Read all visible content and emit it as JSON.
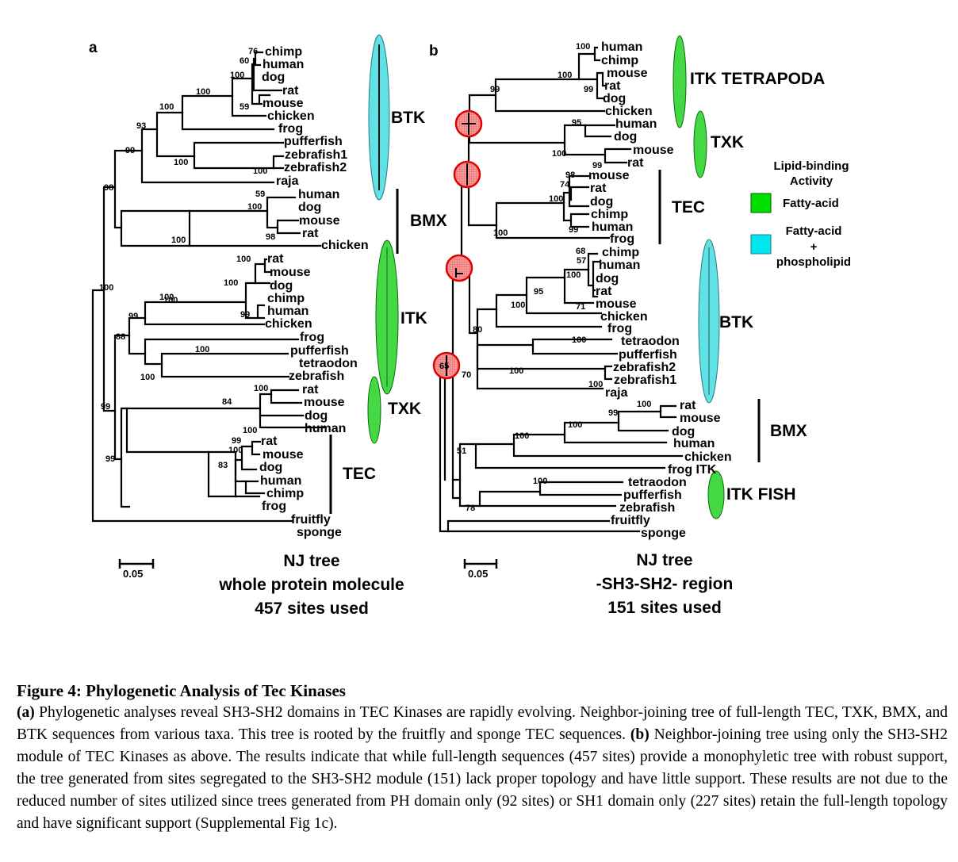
{
  "panel_a": {
    "letter": "a",
    "taxa": [
      "chimp",
      "human",
      "dog",
      "rat",
      "mouse",
      "chicken",
      "frog",
      "pufferfish",
      "zebrafish1",
      "zebrafish2",
      "raja",
      "human",
      "dog",
      "mouse",
      "rat",
      "chicken",
      "rat",
      "mouse",
      "dog",
      "chimp",
      "human",
      "chicken",
      "frog",
      "pufferfish",
      "tetraodon",
      "zebrafish",
      "rat",
      "mouse",
      "dog",
      "human",
      "rat",
      "mouse",
      "dog",
      "human",
      "chimp",
      "frog",
      "fruitfly",
      "sponge"
    ],
    "bootstrap": [
      "76",
      "60",
      "100",
      "100",
      "59",
      "100",
      "93",
      "99",
      "100",
      "100",
      "98",
      "59",
      "100",
      "98",
      "100",
      "100",
      "100",
      "100",
      "100",
      "99",
      "99",
      "100",
      "100",
      "88",
      "100",
      "99",
      "100",
      "84",
      "100",
      "99",
      "100",
      "83",
      "99"
    ],
    "groups": [
      "BTK",
      "BMX",
      "ITK",
      "TXK",
      "TEC"
    ],
    "scale": "0.05",
    "title_lines": [
      "NJ tree",
      "whole protein molecule",
      "457 sites used"
    ]
  },
  "panel_b": {
    "letter": "b",
    "taxa": [
      "human",
      "chimp",
      "mouse",
      "rat",
      "dog",
      "chicken",
      "human",
      "dog",
      "mouse",
      "rat",
      "mouse",
      "rat",
      "dog",
      "chimp",
      "human",
      "frog",
      "chimp",
      "human",
      "dog",
      "rat",
      "mouse",
      "chicken",
      "frog",
      "tetraodon",
      "pufferfish",
      "zebrafish2",
      "zebrafish1",
      "raja",
      "rat",
      "mouse",
      "dog",
      "human",
      "chicken",
      "frog ITK",
      "tetraodon",
      "pufferfish",
      "zebrafish",
      "fruitfly",
      "sponge"
    ],
    "bootstrap": [
      "100",
      "100",
      "99",
      "99",
      "95",
      "100",
      "99",
      "98",
      "74",
      "100",
      "99",
      "100",
      "68",
      "57",
      "100",
      "71",
      "95",
      "100",
      "80",
      "100",
      "100",
      "100",
      "65",
      "70",
      "100",
      "99",
      "100",
      "100",
      "51",
      "100",
      "78"
    ],
    "groups": [
      "ITK TETRAPODA",
      "TXK",
      "TEC",
      "BTK",
      "BMX",
      "ITK FISH"
    ],
    "scale": "0.05",
    "title_lines": [
      "NJ tree",
      "-SH3-SH2- region",
      "151 sites used"
    ]
  },
  "legend": {
    "title": [
      "Lipid-binding",
      "Activity"
    ],
    "items": [
      {
        "label": [
          "Fatty-acid"
        ],
        "color": "#00e000"
      },
      {
        "label": [
          "Fatty-acid",
          "+",
          "phospholipid"
        ],
        "color": "#00e5ee"
      }
    ]
  },
  "caption": {
    "title": "Figure 4: Phylogenetic Analysis of Tec Kinases",
    "a_label": "(a)",
    "a_text": " Phylogenetic analyses reveal SH3-SH2 domains in TEC Kinases are rapidly evolving. Neighbor-joining tree of full-length TEC, TXK, BMX, and BTK sequences from various taxa. This tree is rooted by the fruitfly and sponge TEC sequences. ",
    "b_label": "(b)",
    "b_text": " Neighbor-joining tree using only the SH3-SH2 module of TEC Kinases as above. The results indicate that while full-length sequences (457 sites) provide a monophyletic tree with robust support, the tree generated from sites segregated to the SH3-SH2 module (151) lack proper topology and have little support. These results are not due to the reduced number of sites utilized since trees generated from PH domain only (92 sites) or SH1 domain only (227 sites) retain the full-length topology and have significant support (Supplemental Fig 1c)."
  }
}
